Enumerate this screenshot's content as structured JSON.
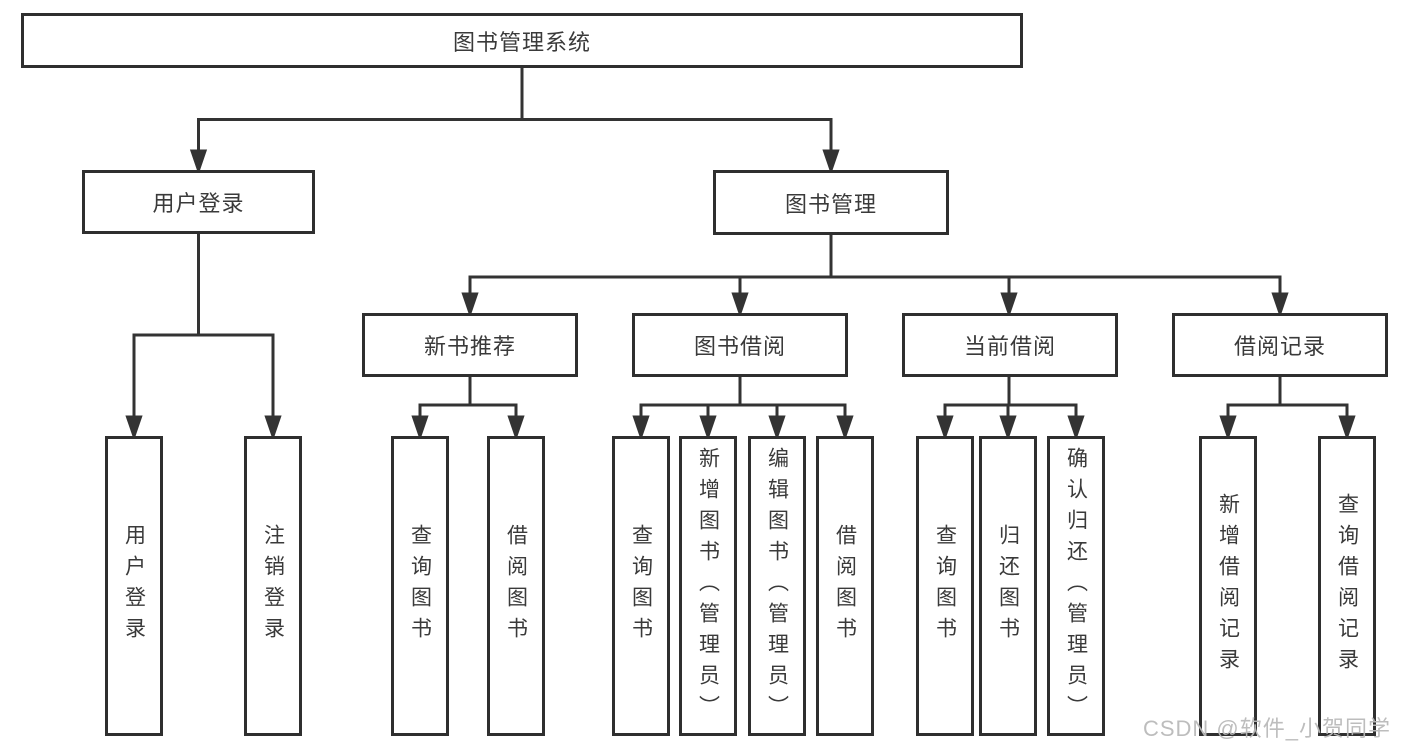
{
  "diagram": {
    "title_node": "图书管理系统",
    "level2": {
      "user_login": "用户登录",
      "book_management": "图书管理"
    },
    "level3": {
      "new_book_recommend": "新书推荐",
      "book_borrowing": "图书借阅",
      "current_borrowing": "当前借阅",
      "borrowing_records": "借阅记录"
    },
    "leaves": {
      "user_login": [
        "用户登录",
        "注销登录"
      ],
      "new_book_recommend": [
        "查询图书",
        "借阅图书"
      ],
      "book_borrowing": [
        "查询图书",
        "新增图书（管理员）",
        "编辑图书（管理员）",
        "借阅图书"
      ],
      "current_borrowing": [
        "查询图书",
        "归还图书",
        "确认归还（管理员）"
      ],
      "borrowing_records": [
        "新增借阅记录",
        "查询借阅记录"
      ]
    },
    "colors": {
      "line": "#333333",
      "border": "#2f2f2f",
      "text": "#3a3a3a",
      "background": "#ffffff",
      "watermark": "#b9b9b9"
    }
  },
  "watermark": {
    "text": "CSDN @软件_小贺同学"
  }
}
